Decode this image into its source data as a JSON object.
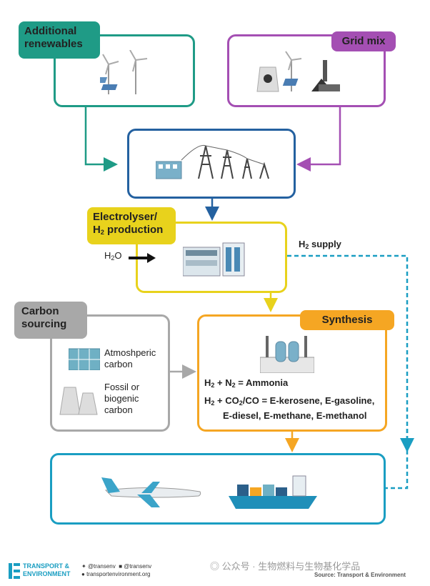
{
  "nodes": {
    "renewables": {
      "label": "Additional renewables",
      "line1": "Additional",
      "line2": "renewables"
    },
    "grid_mix": {
      "label": "Grid mix"
    },
    "electrolyser": {
      "line1": "Electrolyser/",
      "h": "H",
      "sub": "2",
      "line2_rest": " production"
    },
    "water": {
      "h": "H",
      "sub": "2",
      "rest": "O"
    },
    "h2_supply": {
      "h": "H",
      "sub": "2",
      "rest": " supply"
    },
    "carbon": {
      "line1": "Carbon",
      "line2": "sourcing"
    },
    "atmospheric": {
      "line1": "Atmoshperic",
      "line2": "carbon"
    },
    "fossil": {
      "line1": "Fossil or",
      "line2": "biogenic",
      "line3": "carbon"
    },
    "synthesis": {
      "label": "Synthesis"
    }
  },
  "equations": {
    "ammonia": {
      "a": "H",
      "a_sub": "2",
      "b": " + N",
      "b_sub": "2",
      "c": " = Ammonia"
    },
    "fuels": {
      "a": "H",
      "a_sub": "2",
      "b": " + CO",
      "b_sub": "2",
      "c": "/CO = E-kerosene, E-gasoline,",
      "line2": "E-diesel, E-methane, E-methanol"
    }
  },
  "footer": {
    "logo_line1": "TRANSPORT &",
    "logo_line2": "ENVIRONMENT",
    "twitter": "@transenv",
    "facebook": "@transenv",
    "website": "transportenvironment.org",
    "watermark": "公众号 · 生物燃料与生物基化学品",
    "source": "Source: Transport & Environment"
  },
  "colors": {
    "teal": "#1f9b86",
    "purple": "#a44fb3",
    "blue": "#2461a0",
    "yellow": "#e8d21c",
    "gray": "#a8a8a8",
    "orange": "#f5a623",
    "cyan": "#1a9ec2"
  }
}
